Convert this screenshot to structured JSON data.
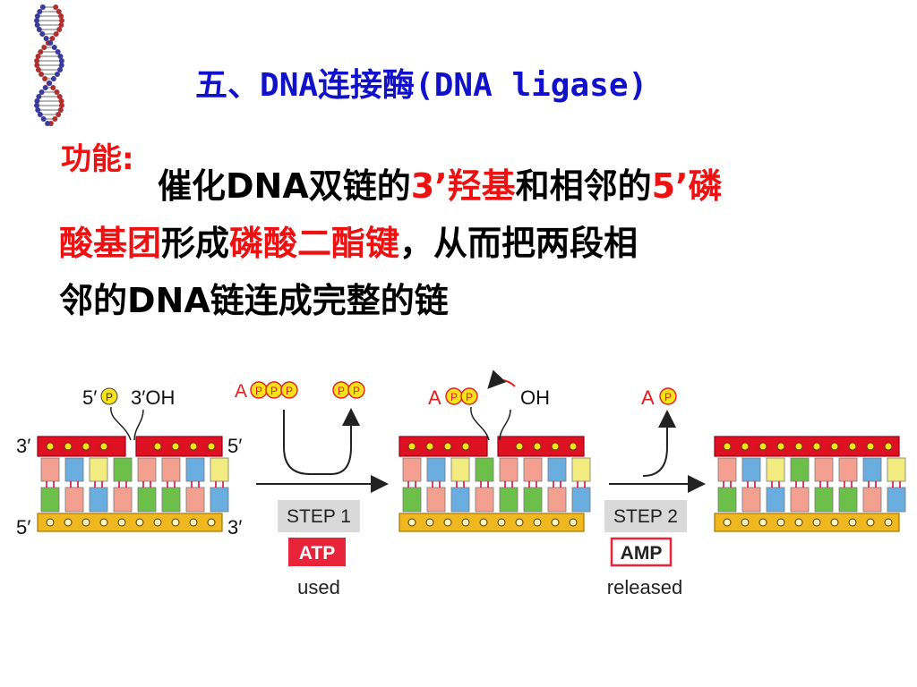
{
  "title": {
    "prefix": "五、",
    "dna": "DNA",
    "cn": "连接酶",
    "paren_open": "(",
    "en": "DNA ligase",
    "paren_close": ")"
  },
  "function_label": "功能:",
  "description": {
    "l1_a": "催化DNA双链的",
    "l1_b": "3’羟基",
    "l1_c": "和相邻的",
    "l1_d": "5’磷",
    "l2_a": "酸基团",
    "l2_b": "形成",
    "l2_c": "磷酸二酯键",
    "l2_d": "，从而把两段相",
    "l3": "邻的DNA链连成完整的链"
  },
  "diagram": {
    "left": {
      "end_3_top": "3′",
      "end_5_top": "5′",
      "end_5_bottom": "5′",
      "end_3_bottom": "3′",
      "nick_5p": "5′",
      "nick_p": "P",
      "nick_3oh": "3′OH"
    },
    "step1": {
      "a": "A",
      "p": "P",
      "step": "STEP 1",
      "badge": "ATP",
      "caption": "used"
    },
    "middle": {
      "a": "A",
      "p": "P",
      "oh": "OH"
    },
    "step2": {
      "a": "A",
      "p": "P",
      "step": "STEP 2",
      "badge": "AMP",
      "caption": "released"
    }
  },
  "colors": {
    "title": "#1111cc",
    "highlight": "#ee1111",
    "backbone_top": "#dd1122",
    "backbone_bottom": "#f0b820",
    "phosphate": "#f6e21a"
  }
}
